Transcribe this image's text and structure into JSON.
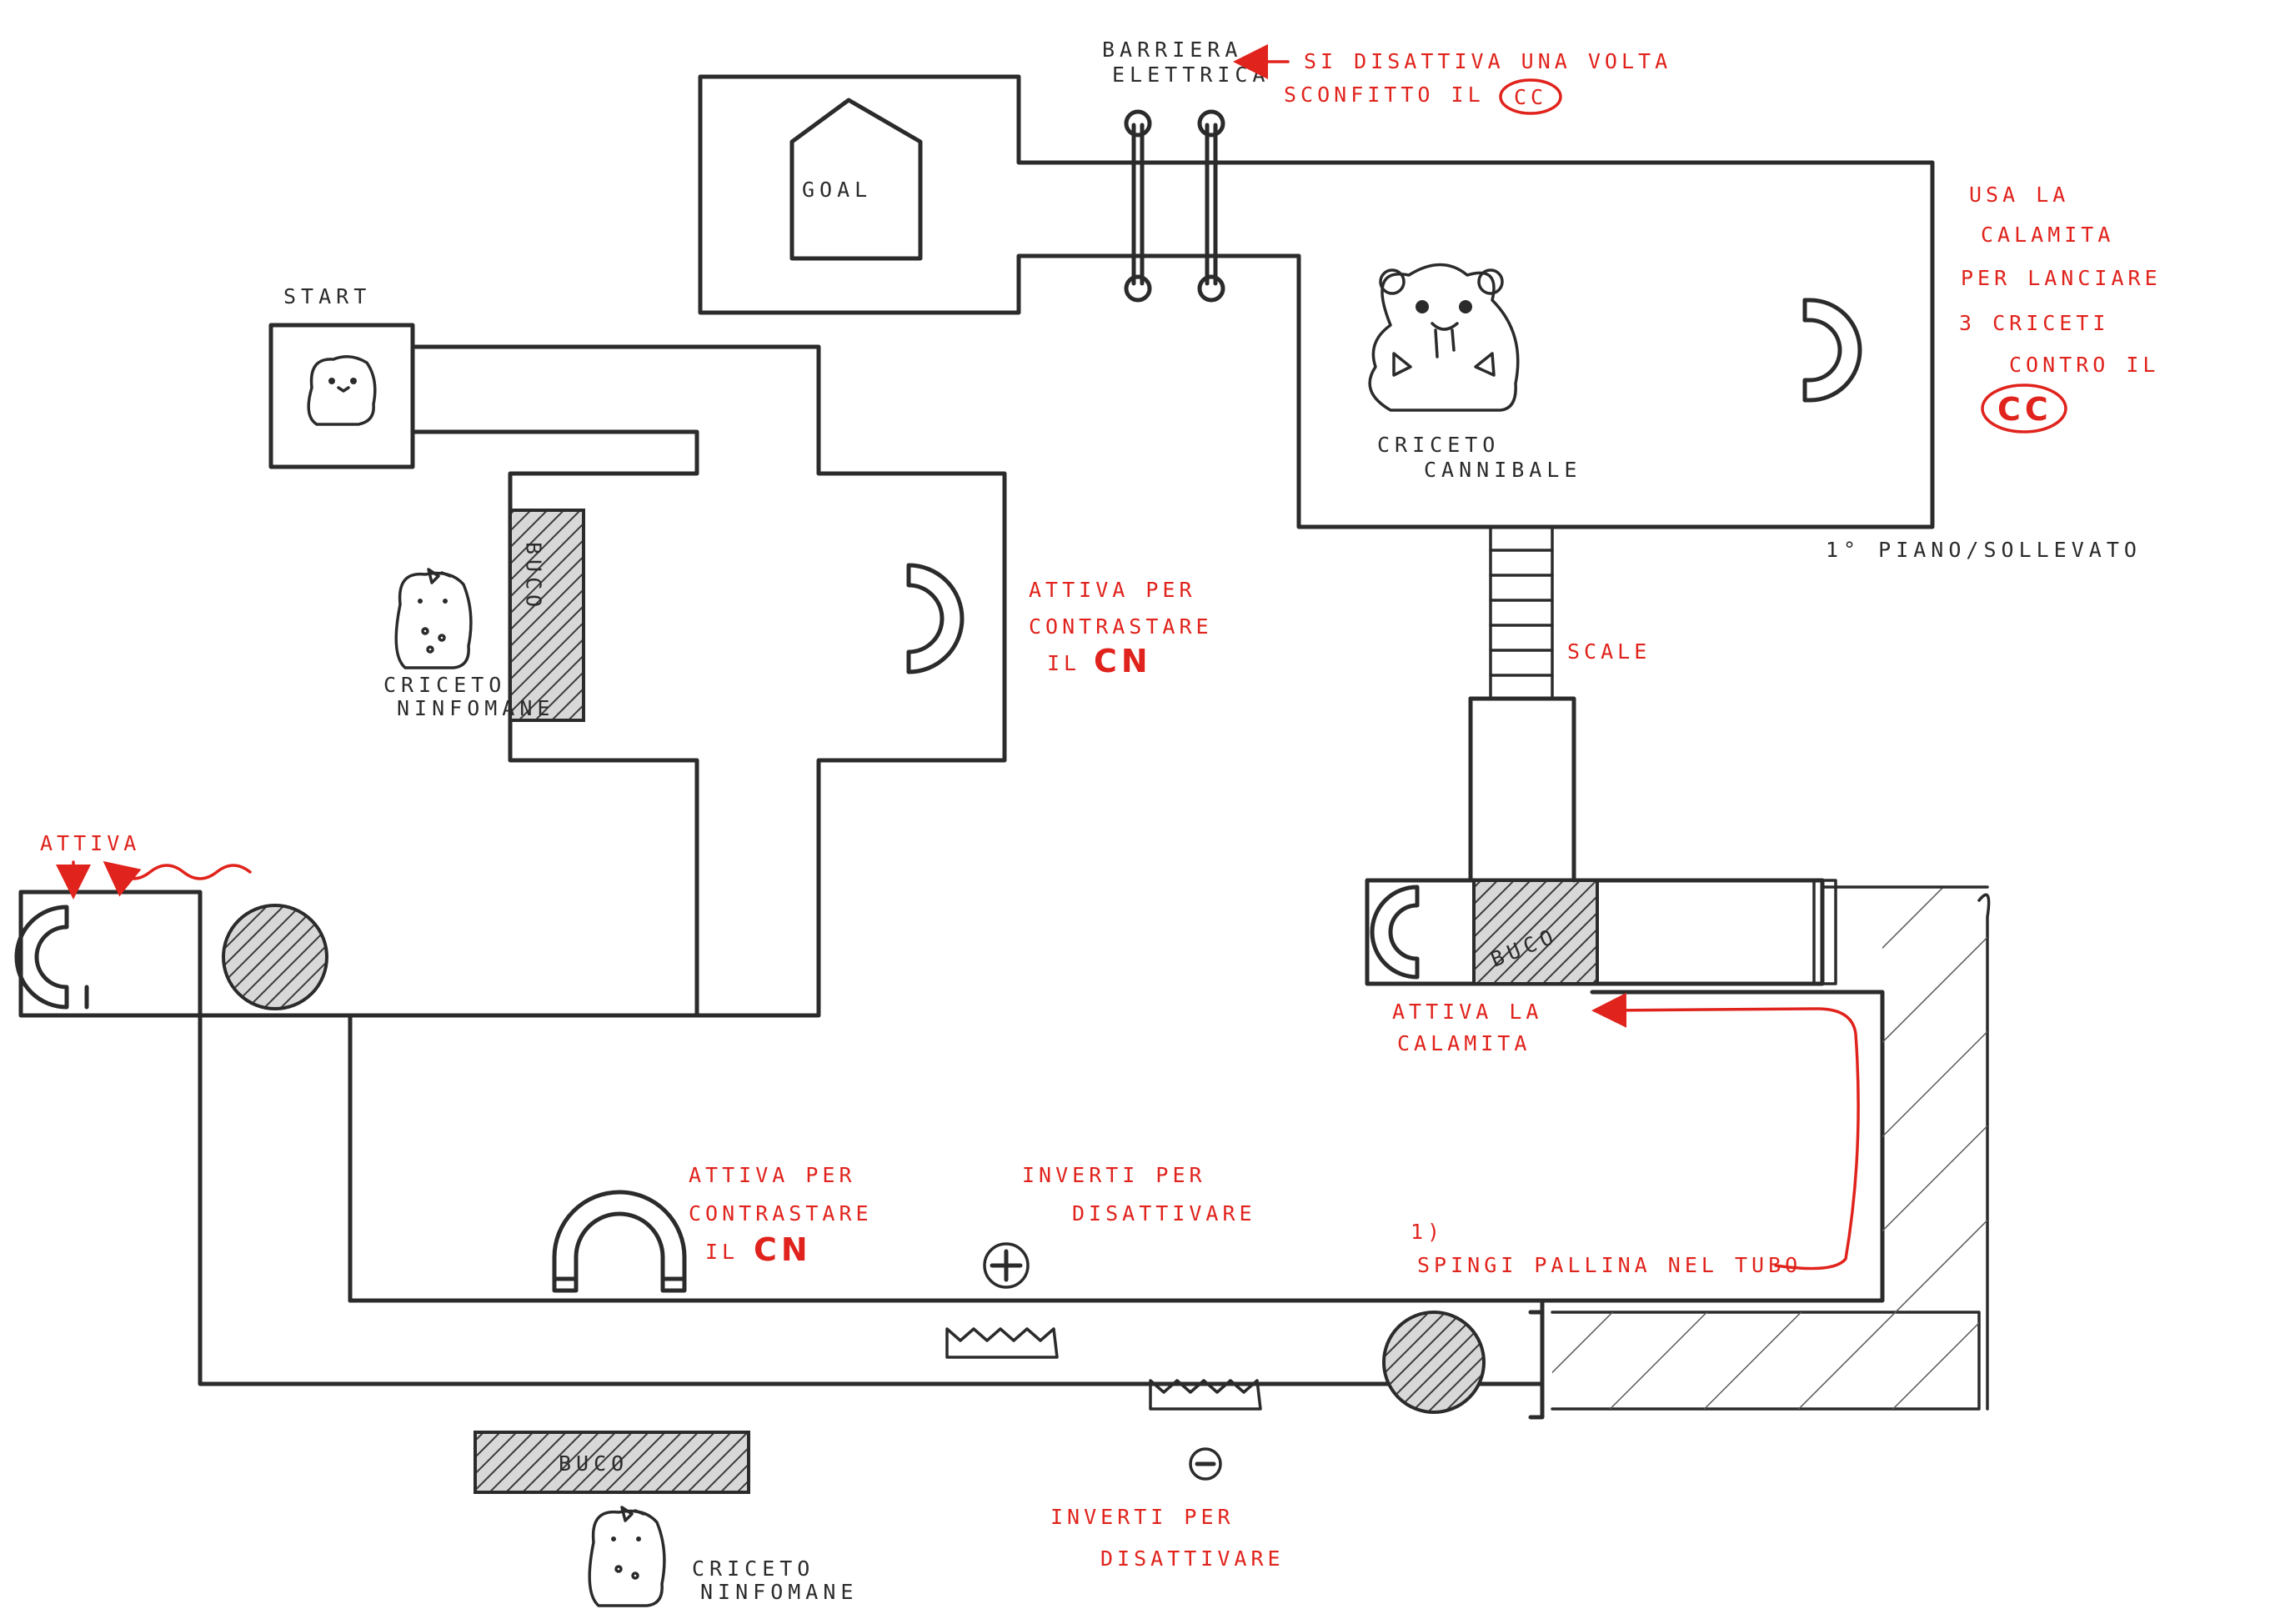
{
  "labels": {
    "start": "START",
    "goal": "GOAL",
    "barrier_line1": "BARRIERA",
    "barrier_line2": "ELETTRICA",
    "barrier_note_line1": "SI DISATTIVA UNA VOLTA",
    "barrier_note_line2": "SCONFITTO IL",
    "barrier_note_badge": "CC",
    "magnet_note_line1": "USA LA",
    "magnet_note_line2": "CALAMITA",
    "magnet_note_line3": "PER LANCIARE",
    "magnet_note_line4": "3 CRICETI",
    "magnet_note_line5": "CONTRO IL",
    "magnet_note_badge": "CC",
    "cannibal_line1": "CRICETO",
    "cannibal_line2": "CANNIBALE",
    "floor": "1° PIANO/SOLLEVATO",
    "stairs": "SCALE",
    "hole_vertical": "BUCO",
    "hole_right": "BUCO",
    "hole_bottom": "BUCO",
    "nympho_line1": "CRICETO",
    "nympho_line2": "NINFOMANE",
    "nympho2_line1": "CRICETO",
    "nympho2_line2": "NINFOMANE",
    "counter_top_line1": "ATTIVA PER",
    "counter_top_line2": "CONTRASTARE",
    "counter_top_line3": "IL",
    "counter_top_cn": "CN",
    "counter_mid_line1": "ATTIVA PER",
    "counter_mid_line2": "CONTRASTARE",
    "counter_mid_line3": "IL",
    "counter_mid_cn": "CN",
    "attiva_left": "ATTIVA",
    "activate_magnet_line1": "ATTIVA LA",
    "activate_magnet_line2": "CALAMITA",
    "invert_plus_line1": "INVERTI PER",
    "invert_plus_line2": "DISATTIVARE",
    "invert_minus_line1": "INVERTI PER",
    "invert_minus_line2": "DISATTIVARE",
    "push_ball_line1": "1)",
    "push_ball_line2": "SPINGI PALLINA NEL TUBO"
  },
  "colors": {
    "ink": "#2b2b2b",
    "annotation_red": "#e0231c",
    "background": "#ffffff"
  },
  "icons": [
    "hamster-icon",
    "cannibal-hamster-icon",
    "magnet-icon",
    "ball-icon",
    "spike-trap-icon",
    "plus-switch-icon",
    "minus-switch-icon",
    "goal-house-icon",
    "electric-barrier-icon"
  ]
}
